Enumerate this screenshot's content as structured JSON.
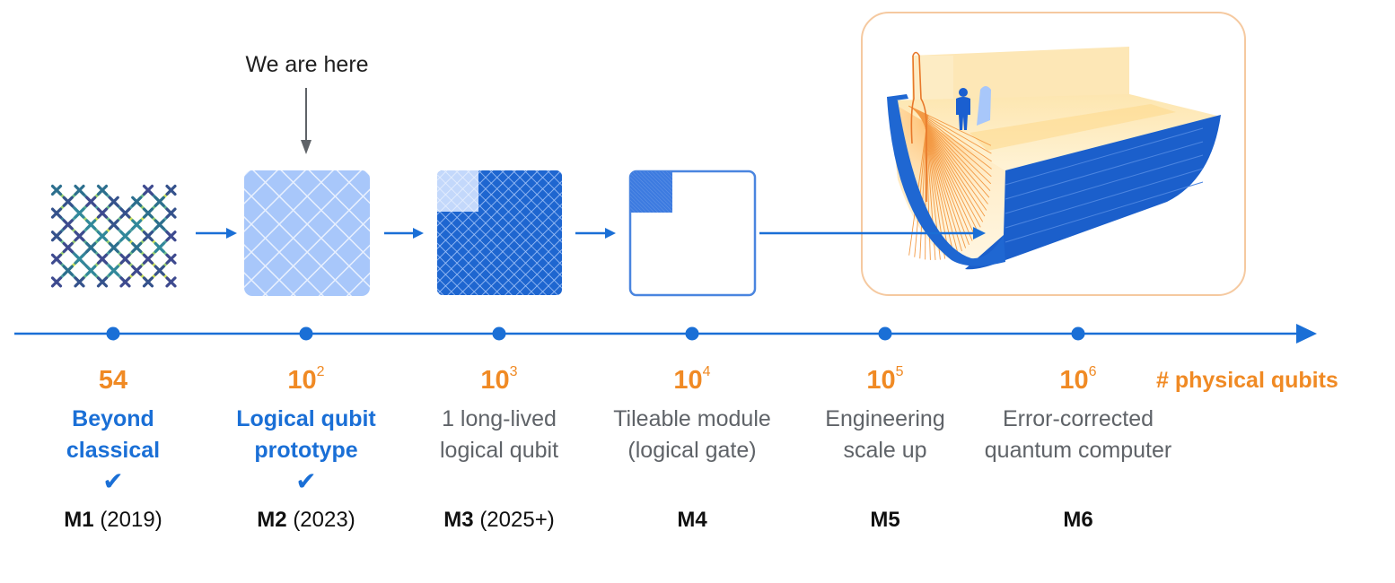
{
  "pointer": {
    "label": "We are here",
    "target_milestone": "M2"
  },
  "axis": {
    "label": "# physical qubits",
    "color": "#f08a24",
    "line_color": "#1a6fd6"
  },
  "colors": {
    "accent_blue": "#1a6fd6",
    "accent_orange": "#f08a24",
    "light_blue": "#a8c7fa",
    "done_text": "#1a6fd6",
    "future_text": "#5f6368",
    "frame_orange": "#f5c9a0"
  },
  "milestones": [
    {
      "id": "M1",
      "year": "(2019)",
      "qubits_base": "54",
      "qubits_exp": "",
      "line1": "Beyond",
      "line2": "classical",
      "completed": true,
      "check": "✔",
      "image": "physical-qubit-lattice"
    },
    {
      "id": "M2",
      "year": "(2023)",
      "qubits_base": "10",
      "qubits_exp": "2",
      "line1": "Logical qubit",
      "line2": "prototype",
      "completed": true,
      "check": "✔",
      "image": "logical-qubit-light-grid"
    },
    {
      "id": "M3",
      "year": "(2025+)",
      "qubits_base": "10",
      "qubits_exp": "3",
      "line1": "1 long-lived",
      "line2": "logical qubit",
      "completed": false,
      "check": "",
      "image": "dense-logical-qubit-grid"
    },
    {
      "id": "M4",
      "year": "",
      "qubits_base": "10",
      "qubits_exp": "4",
      "line1": "Tileable module",
      "line2": "(logical gate)",
      "completed": false,
      "check": "",
      "image": "tileable-module"
    },
    {
      "id": "M5",
      "year": "",
      "qubits_base": "10",
      "qubits_exp": "5",
      "line1": "Engineering",
      "line2": "scale up",
      "completed": false,
      "check": "",
      "image": ""
    },
    {
      "id": "M6",
      "year": "",
      "qubits_base": "10",
      "qubits_exp": "6",
      "line1": "Error-corrected",
      "line2": "quantum computer",
      "completed": false,
      "check": "",
      "image": "large-scale-facility"
    }
  ]
}
